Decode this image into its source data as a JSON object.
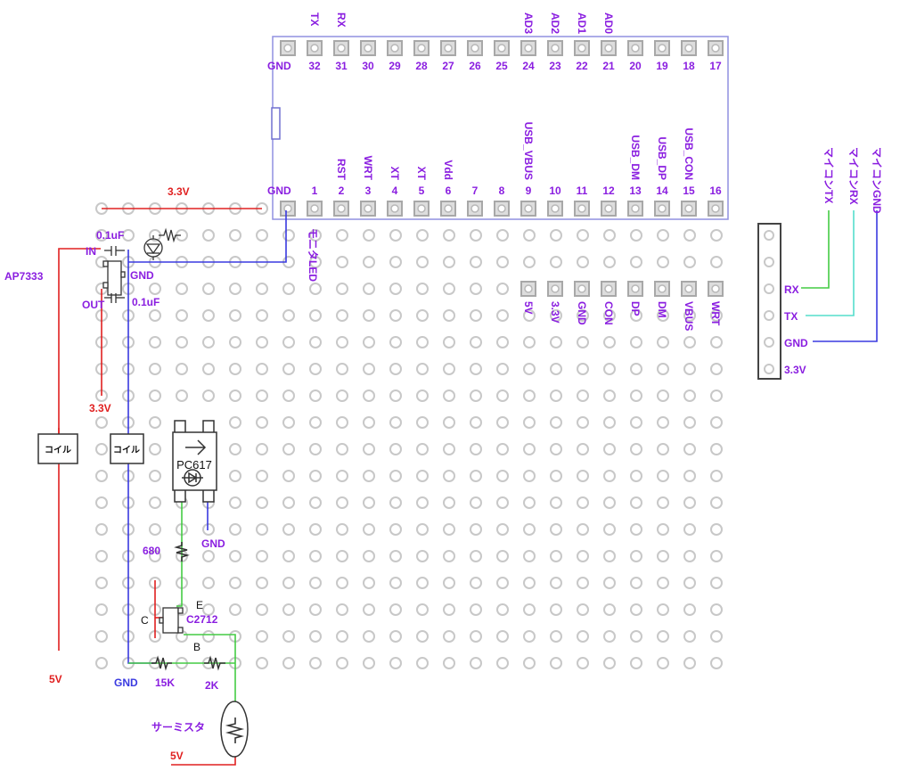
{
  "colors": {
    "label": "#8a1ee0",
    "power": "#e02020",
    "ground": "#3a3ae0",
    "signal": "#44cc44",
    "cyan": "#55ddcc",
    "module_border": "#9090e0"
  },
  "module": {
    "top_row": {
      "gnd_label": "GND",
      "pins": [
        "32",
        "31",
        "30",
        "29",
        "28",
        "27",
        "26",
        "25",
        "24",
        "23",
        "22",
        "21",
        "20",
        "19",
        "18",
        "17"
      ],
      "functions": [
        "TX",
        "RX",
        "",
        "",
        "",
        "",
        "",
        "",
        "AD3",
        "AD2",
        "AD1",
        "AD0",
        "",
        "",
        "",
        ""
      ]
    },
    "bottom_row": {
      "gnd_label": "GND",
      "pins": [
        "1",
        "2",
        "3",
        "4",
        "5",
        "6",
        "7",
        "8",
        "9",
        "10",
        "11",
        "12",
        "13",
        "14",
        "15",
        "16"
      ],
      "functions": [
        "",
        "RST",
        "WRT",
        "XT",
        "XT",
        "Vdd",
        "",
        "",
        "USB_VBUS",
        "",
        "",
        "",
        "USB_DM",
        "USB_DP",
        "USB_CON",
        ""
      ]
    },
    "aux_pins": [
      "5V",
      "3.3V",
      "GND",
      "CON",
      "DP",
      "DM",
      "VBUS",
      "WRT"
    ]
  },
  "labels": {
    "rail_3v3": "3.3V",
    "regulator": "AP7333",
    "reg_in": "IN",
    "reg_out": "OUT",
    "reg_gnd": "GND",
    "cap1": "0.1uF",
    "cap2": "0.1uF",
    "out_3v3": "3.3V",
    "monitor_led": "モニタLED",
    "coil1": "コイル",
    "coil2": "コイル",
    "optocoupler": "PC617",
    "opto_gnd": "GND",
    "r680": "680",
    "transistor": "C2712",
    "t_e": "E",
    "t_c": "C",
    "t_b": "B",
    "r15k": "15K",
    "r2k": "2K",
    "gnd_bottom": "GND",
    "v5_left": "5V",
    "v5_bottom": "5V",
    "thermistor": "サーミスタ"
  },
  "connector": {
    "pins": [
      "",
      "",
      "RX",
      "TX",
      "GND",
      "3.3V"
    ],
    "wires": [
      "マイコンTX",
      "マイコンRX",
      "マイコンGND"
    ]
  }
}
